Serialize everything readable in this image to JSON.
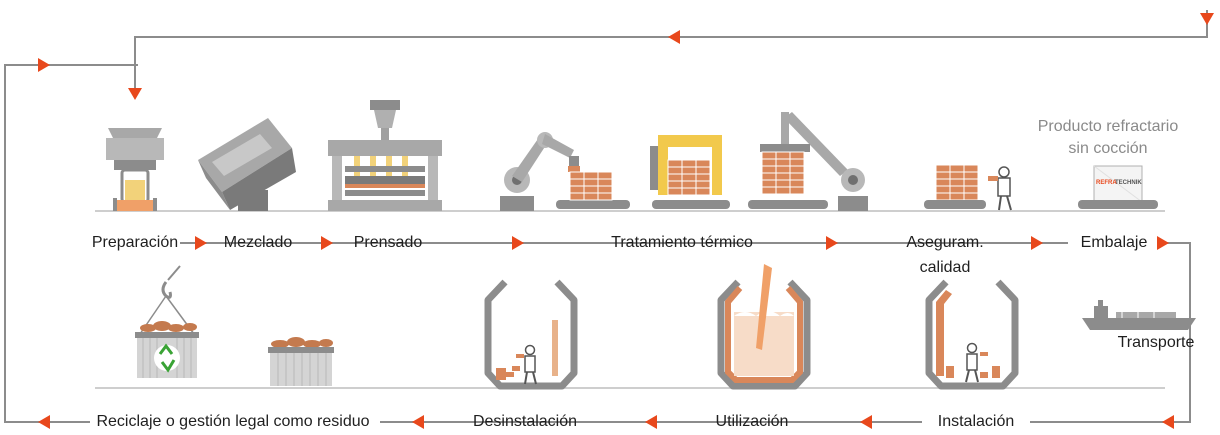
{
  "colors": {
    "accent": "#e8481c",
    "line": "#8c8c8c",
    "metal_light": "#d4d4d4",
    "metal_mid": "#a8a8a8",
    "metal_dark": "#707070",
    "brick": "#d9875a",
    "brick_dark": "#b56a42",
    "recycle_green": "#3aa335"
  },
  "top_steps": [
    {
      "label": "Preparación"
    },
    {
      "label": "Mezclado"
    },
    {
      "label": "Prensado"
    },
    {
      "label": "Tratamiento térmico"
    },
    {
      "label": "Aseguram.",
      "label2": "calidad"
    },
    {
      "label": "Embalaje"
    }
  ],
  "bottom_steps": [
    {
      "label": "Reciclaje o gestión legal como residuo"
    },
    {
      "label": "Desinstalación"
    },
    {
      "label": "Utilización"
    },
    {
      "label": "Instalación"
    }
  ],
  "transport_label": "Transporte",
  "unfired": {
    "line1": "Producto refractario",
    "line2": "sin cocción"
  },
  "box_brand": {
    "part1": "REFRA",
    "part2": "TECHNIK"
  },
  "icons": [
    "hopper-icon",
    "mixer-icon",
    "press-icon",
    "robot-arm-icon",
    "kiln-icon",
    "gantry-robot-icon",
    "inspector-icon",
    "packaged-box-icon",
    "crane-hook-icon",
    "recycle-container-icon",
    "scrap-container-icon",
    "ladle-icon",
    "ship-icon",
    "worker-icon",
    "arrow-right-icon",
    "arrow-left-icon",
    "arrow-down-icon"
  ]
}
